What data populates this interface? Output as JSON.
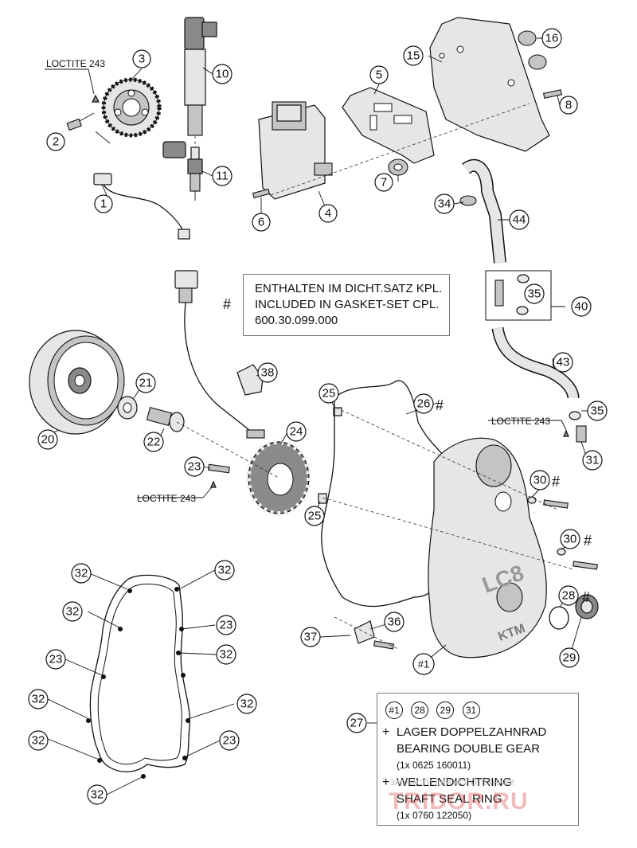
{
  "loctite_labels": [
    "LOCTITE 243",
    "LOCTITE 243",
    "LOCTITE 243"
  ],
  "callouts": [
    {
      "id": "c1",
      "label": "1"
    },
    {
      "id": "c2",
      "label": "2"
    },
    {
      "id": "c3",
      "label": "3"
    },
    {
      "id": "c4",
      "label": "4"
    },
    {
      "id": "c5",
      "label": "5"
    },
    {
      "id": "c6",
      "label": "6"
    },
    {
      "id": "c7",
      "label": "7"
    },
    {
      "id": "c8",
      "label": "8"
    },
    {
      "id": "c10",
      "label": "10"
    },
    {
      "id": "c11",
      "label": "11"
    },
    {
      "id": "c15",
      "label": "15"
    },
    {
      "id": "c16",
      "label": "16"
    },
    {
      "id": "c20",
      "label": "20"
    },
    {
      "id": "c21",
      "label": "21"
    },
    {
      "id": "c22",
      "label": "22"
    },
    {
      "id": "c23a",
      "label": "23"
    },
    {
      "id": "c24",
      "label": "24"
    },
    {
      "id": "c25a",
      "label": "25"
    },
    {
      "id": "c25b",
      "label": "25"
    },
    {
      "id": "c26",
      "label": "26"
    },
    {
      "id": "c27",
      "label": "27"
    },
    {
      "id": "c28",
      "label": "28"
    },
    {
      "id": "c29",
      "label": "29"
    },
    {
      "id": "c30a",
      "label": "30"
    },
    {
      "id": "c30b",
      "label": "30"
    },
    {
      "id": "c31",
      "label": "31"
    },
    {
      "id": "c32a",
      "label": "32"
    },
    {
      "id": "c32b",
      "label": "32"
    },
    {
      "id": "c32c",
      "label": "32"
    },
    {
      "id": "c32d",
      "label": "32"
    },
    {
      "id": "c32e",
      "label": "32"
    },
    {
      "id": "c32f",
      "label": "32"
    },
    {
      "id": "c32g",
      "label": "32"
    },
    {
      "id": "c32h",
      "label": "32"
    },
    {
      "id": "c23b",
      "label": "23"
    },
    {
      "id": "c23c",
      "label": "23"
    },
    {
      "id": "c23d",
      "label": "23"
    },
    {
      "id": "c34",
      "label": "34"
    },
    {
      "id": "c35a",
      "label": "35"
    },
    {
      "id": "c35b",
      "label": "35"
    },
    {
      "id": "c36",
      "label": "36"
    },
    {
      "id": "c37",
      "label": "37"
    },
    {
      "id": "c38",
      "label": "38"
    },
    {
      "id": "c40",
      "label": "40"
    },
    {
      "id": "c43",
      "label": "43"
    },
    {
      "id": "c44",
      "label": "44"
    },
    {
      "id": "c1b",
      "label": "#1"
    }
  ],
  "hash_mark": "#",
  "gasket_note": {
    "marker": "#",
    "line1": "ENTHALTEN IM DICHT.SATZ KPL.",
    "line2": "INCLUDED IN GASKET-SET CPL.",
    "line3": "600.30.099.000"
  },
  "cover_logo": "LC8",
  "cover_brand": "KTM",
  "kit_box": {
    "parts": [
      "#1",
      "28",
      "29",
      "31"
    ],
    "item1_de": "LAGER DOPPELZAHNRAD",
    "item1_en": "BEARING DOUBLE GEAR",
    "item1_qty": "(1x 0625 160011)",
    "item2_de": "WELLENDICHTRING",
    "item2_en": "SHAFT SEAL RING",
    "item2_qty": "(1x 0760 122050)",
    "plus": "+"
  },
  "watermark": {
    "small": "ЗАПЧАСТИ ДЛЯ МОТОТЕХНИКИ",
    "big": "TRIDOR.RU"
  }
}
